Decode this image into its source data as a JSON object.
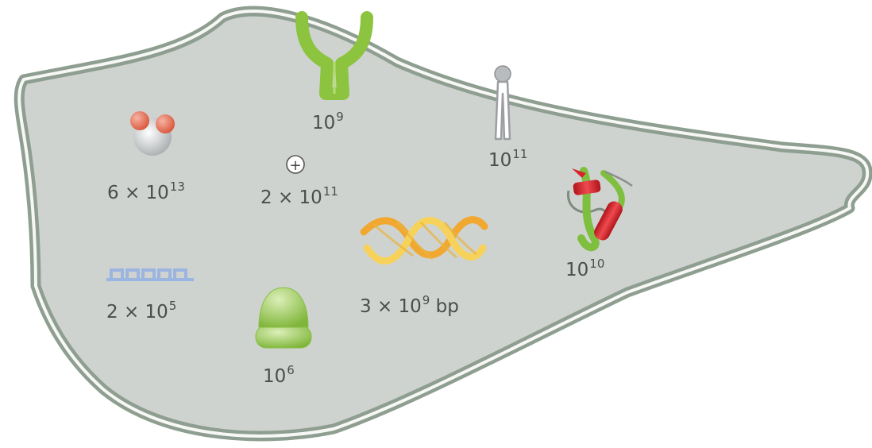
{
  "labels": {
    "water": {
      "base": "6 × 10",
      "exp": "13",
      "suffix": ""
    },
    "ion": {
      "base": "2 × 10",
      "exp": "11",
      "suffix": ""
    },
    "antibody": {
      "base": "10",
      "exp": "9",
      "suffix": ""
    },
    "receptor": {
      "base": "10",
      "exp": "11",
      "suffix": ""
    },
    "protein": {
      "base": "10",
      "exp": "10",
      "suffix": ""
    },
    "dna": {
      "base": "3 × 10",
      "exp": "9",
      "suffix": " bp"
    },
    "mrna": {
      "base": "2 × 10",
      "exp": "5",
      "suffix": ""
    },
    "ribosome": {
      "base": "10",
      "exp": "6",
      "suffix": ""
    }
  },
  "ion_symbol": "+",
  "colors": {
    "cytoplasm": "#cfd3d0",
    "membrane": "#8e9e90",
    "antibody": "#8cc43f",
    "dna_strand_a": "#f0a830",
    "dna_strand_b": "#f7d25a",
    "protein_red": "#d8232a",
    "protein_green": "#7fbf3f",
    "water_red": "#e06a50",
    "mrna": "#9bb4e0",
    "ribosome": "#9ccc55"
  },
  "icons": [
    "water-molecule-icon",
    "ion-icon",
    "antibody-icon",
    "receptor-icon",
    "protein-icon",
    "dna-icon",
    "mrna-icon",
    "ribosome-icon"
  ]
}
